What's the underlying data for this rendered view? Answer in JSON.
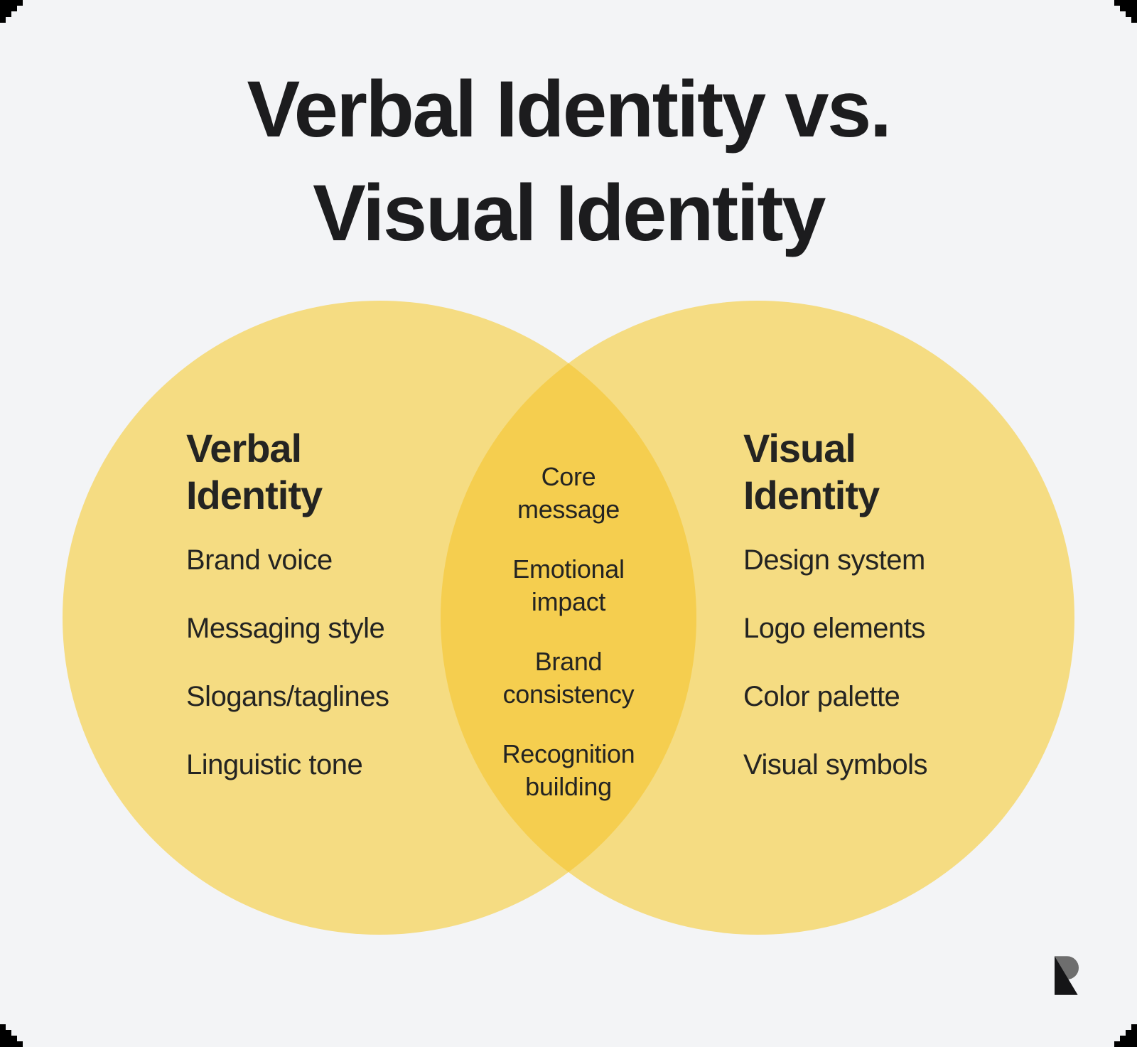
{
  "title": {
    "line1": "Verbal Identity vs.",
    "line2": "Visual Identity"
  },
  "venn": {
    "left": {
      "heading": "Verbal Identity",
      "items": [
        "Brand voice",
        "Messaging style",
        "Slogans/taglines",
        "Linguistic tone"
      ]
    },
    "overlap": {
      "items": [
        "Core\nmessage",
        "Emotional\nimpact",
        "Brand\nconsistency",
        "Recognition\nbuilding"
      ]
    },
    "right": {
      "heading": "Visual Identity",
      "items": [
        "Design system",
        "Logo elements",
        "Color palette",
        "Visual symbols"
      ]
    }
  },
  "logo": {
    "name": "R monogram"
  },
  "colors": {
    "page": "#000000",
    "background": "#f3f4f6",
    "circle": "#f5dc82",
    "overlap": "#f5ce4f",
    "title": "#1c1c1e",
    "text": "#242422",
    "logo_gray": "#6e6e6e",
    "logo_black": "#151517"
  }
}
